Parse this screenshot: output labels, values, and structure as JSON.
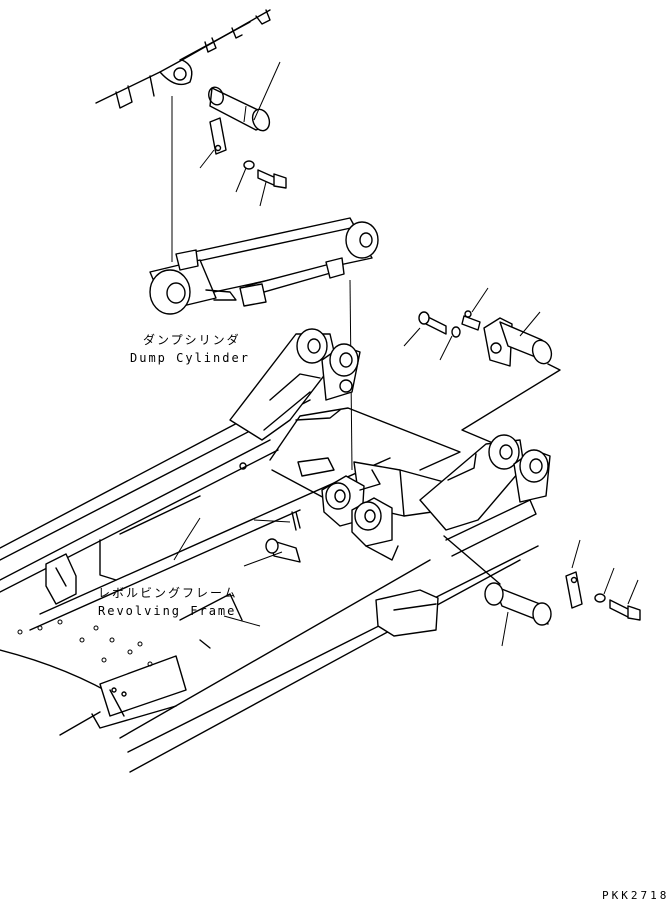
{
  "labels": {
    "dump_cylinder_jp": "ダンプシリンダ",
    "dump_cylinder_en": "Dump Cylinder",
    "revolving_frame_jp": "レボルビングフレーム",
    "revolving_frame_en": "Revolving Frame",
    "drawing_code": "PKK2718"
  }
}
